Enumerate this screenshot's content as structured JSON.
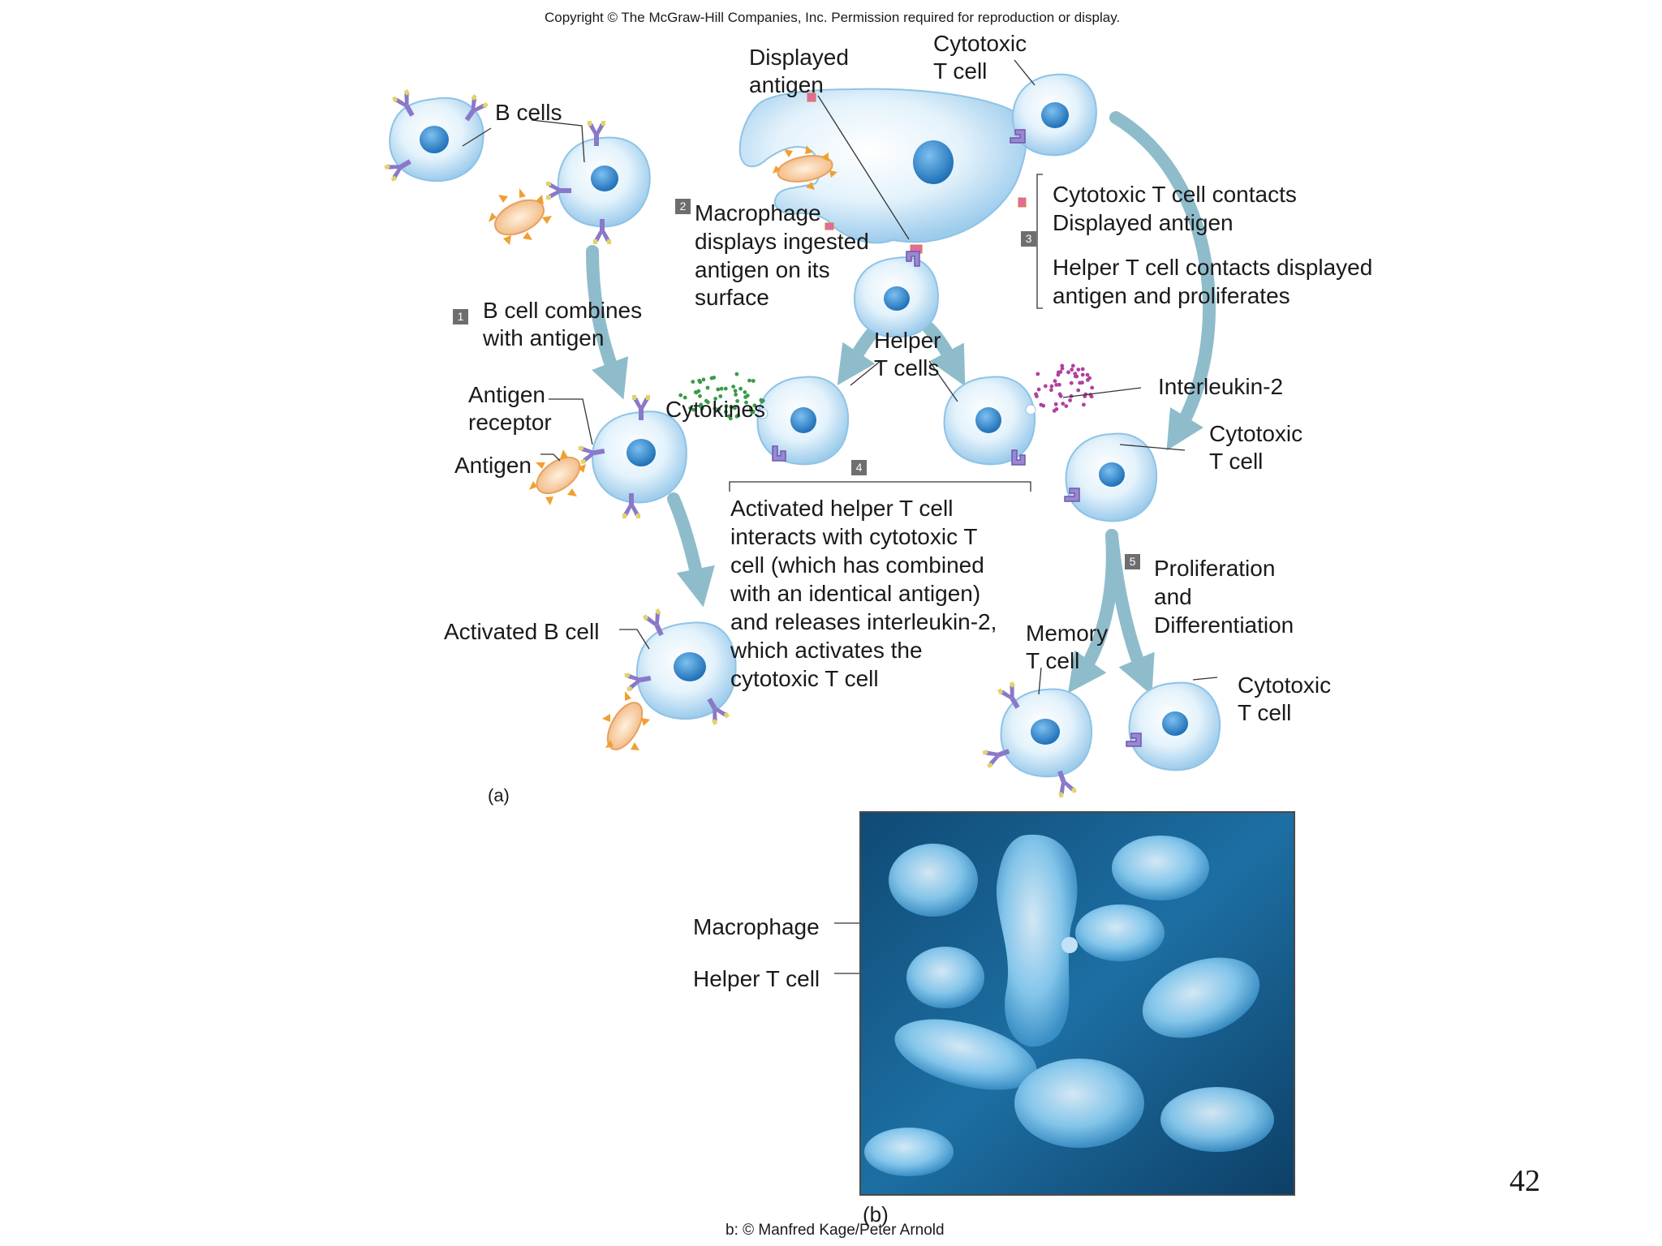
{
  "copyright": "Copyright © The McGraw-Hill Companies, Inc. Permission required for reproduction or display.",
  "panel_a": {
    "label": "(a)",
    "labels": {
      "b_cells": "B cells",
      "displayed_antigen": [
        "Displayed",
        "antigen"
      ],
      "cytotoxic_top": [
        "Cytotoxic",
        "T cell"
      ],
      "antigen_receptor": [
        "Antigen",
        "receptor"
      ],
      "antigen": "Antigen",
      "activated_b_cell": "Activated B cell",
      "helper_t_cells": [
        "Helper",
        "T cells"
      ],
      "cytokines": "Cytokines",
      "interleukin": "Interleukin-2",
      "cytotoxic_mid": [
        "Cytotoxic",
        "T cell"
      ],
      "memory_t_cell": [
        "Memory",
        "T cell"
      ],
      "cytotoxic_bottom": [
        "Cytotoxic",
        "T cell"
      ]
    },
    "steps": [
      {
        "number": "1",
        "text": [
          "B cell combines",
          "with antigen"
        ]
      },
      {
        "number": "2",
        "text": [
          "Macrophage",
          "displays ingested",
          "antigen on its",
          "surface"
        ]
      },
      {
        "number": "3",
        "text": [
          "Cytotoxic T cell contacts",
          "Displayed antigen",
          "",
          "Helper T cell contacts displayed",
          "antigen and proliferates"
        ]
      },
      {
        "number": "4",
        "text": [
          "Activated helper  T cell",
          "interacts with cytotoxic T",
          "cell (which has combined",
          "with an identical antigen)",
          "and releases interleukin-2,",
          "which activates the",
          "cytotoxic T cell"
        ]
      },
      {
        "number": "5",
        "text": [
          "Proliferation",
          "and",
          "Differentiation"
        ]
      }
    ]
  },
  "panel_b": {
    "label": "(b)",
    "labels": {
      "macrophage": "Macrophage",
      "helper_t_cell": "Helper T cell"
    },
    "credit": "b: © Manfred Kage/Peter Arnold"
  },
  "slide_number": "42",
  "colors": {
    "cell_fill": "#d8eefa",
    "cell_edge": "#8ec3e6",
    "nucleus": "#2f86cf",
    "arrow": "#8fbccb",
    "receptor": "#8a78c8",
    "antigen": "#f4c89a",
    "antigen_spike": "#f0a030",
    "cytokine_dots": "#3a9a4a",
    "interleukin_dots": "#b040a0",
    "micrograph_bg": "#1a5f8c"
  }
}
